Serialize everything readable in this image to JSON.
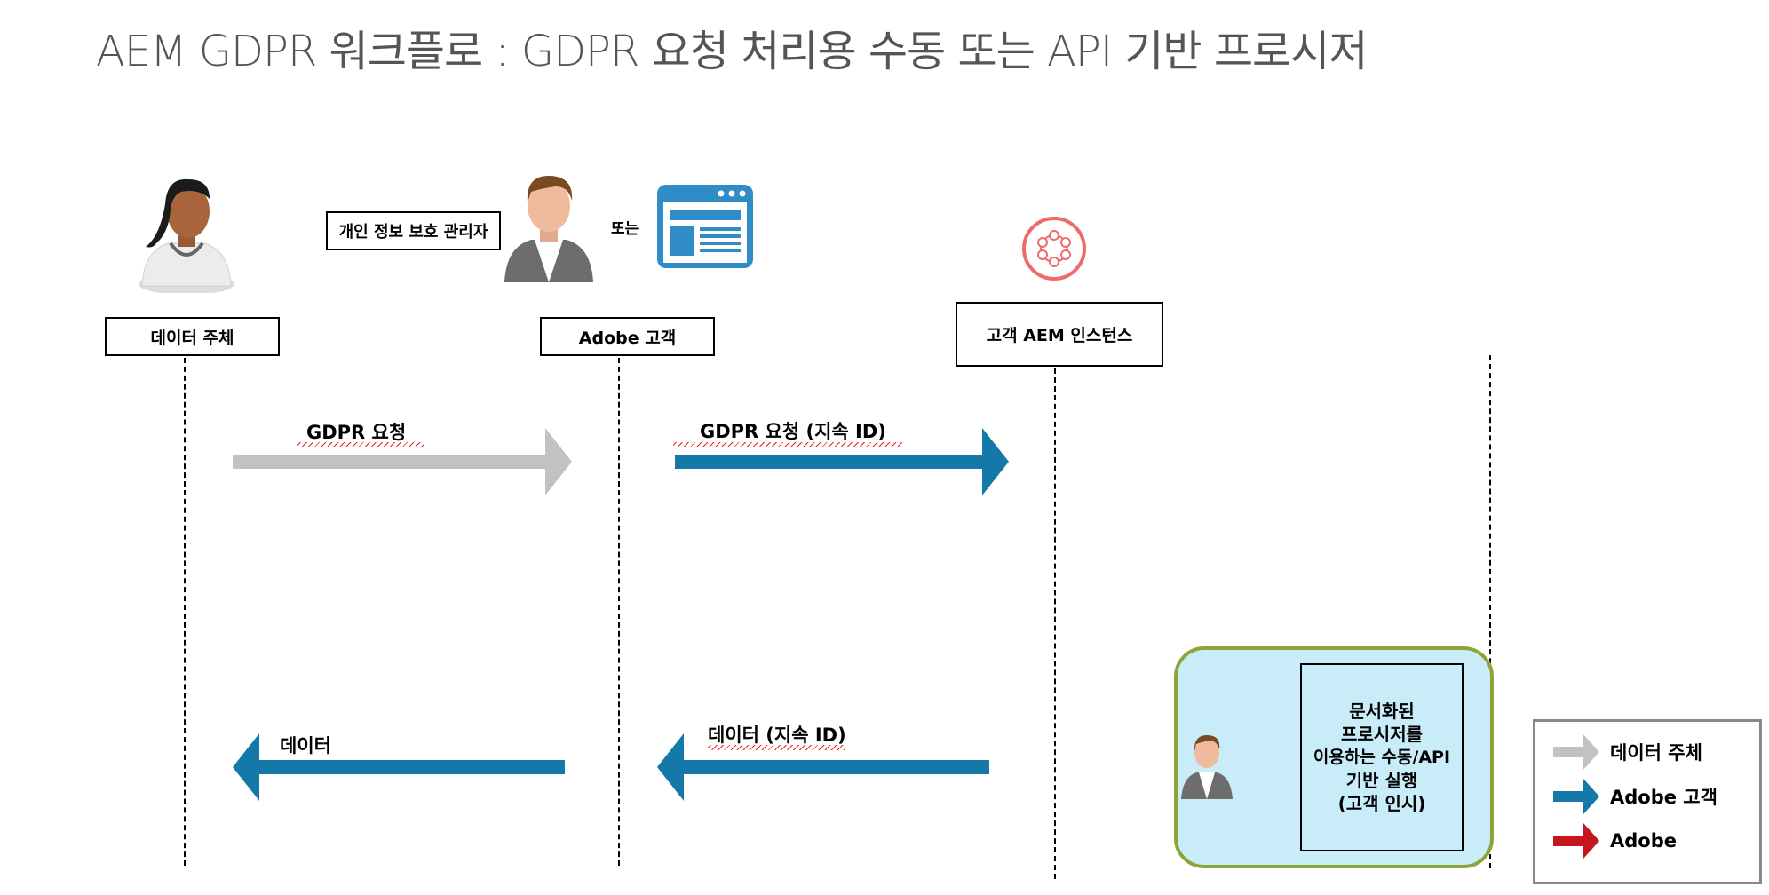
{
  "title": "AEM GDPR 워크플로 : GDPR 요청 처리용 수동 또는 API 기반 프로시저",
  "actors": {
    "data_subject": "데이터 주체",
    "privacy_admin": "개인 정보 보호 관리자",
    "or_text": "또는",
    "adobe_customer": "Adobe 고객",
    "aem_instance": "고객 AEM 인스턴스"
  },
  "messages": {
    "gdpr_request": "GDPR 요청",
    "gdpr_request_id": "GDPR 요청 (지속 ID)",
    "data_id": "데이터 (지속 ID)",
    "data": "데이터"
  },
  "process_box": {
    "lines": [
      "문서화된",
      "프로시저를",
      "이용하는 수동/API",
      "기반 실행",
      "(고객 인시)"
    ]
  },
  "legend": {
    "items": [
      {
        "label": "데이터 주체",
        "color": "#c2c2c2"
      },
      {
        "label": "Adobe 고객",
        "color": "#1478a8"
      },
      {
        "label": "Adobe",
        "color": "#c4161c"
      }
    ]
  },
  "colors": {
    "gray_arrow": "#c2c2c2",
    "blue_arrow": "#1478a8",
    "red_arrow": "#c4161c",
    "box_fill": "#c9ecf9",
    "box_border": "#8ea43a",
    "aem_logo": "#ef6b6b"
  }
}
